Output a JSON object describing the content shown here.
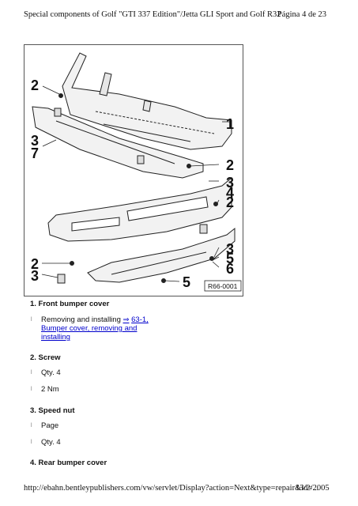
{
  "header": {
    "title": "Special components of Golf \"GTI 337 Edition\"/Jetta GLI Sport and Golf R32",
    "page": "Página 4 de 23"
  },
  "figure": {
    "callouts": [
      "2",
      "3",
      "7",
      "1",
      "2",
      "3",
      "4",
      "2",
      "2",
      "3",
      "3",
      "5",
      "6",
      "5"
    ],
    "code": "R66-0001"
  },
  "items": [
    {
      "title": "1.  Front bumper cover",
      "bullets": [
        {
          "text": "Removing and installing ",
          "arrow": "⇒",
          "link_lines": [
            "63-1,",
            "Bumper cover, removing and",
            "installing"
          ]
        }
      ]
    },
    {
      "title": "2.  Screw",
      "bullets": [
        {
          "text": "Qty. 4"
        },
        {
          "text": "2 Nm"
        }
      ]
    },
    {
      "title": "3.  Speed nut",
      "bullets": [
        {
          "text": "Page"
        },
        {
          "text": "Qty. 4"
        }
      ]
    },
    {
      "title": "4.  Rear bumper cover",
      "bullets": []
    }
  ],
  "footer": {
    "url": "http://ebahn.bentleypublishers.com/vw/servlet/Display?action=Next&type=repair&id=...",
    "date": "13/2/2005"
  }
}
